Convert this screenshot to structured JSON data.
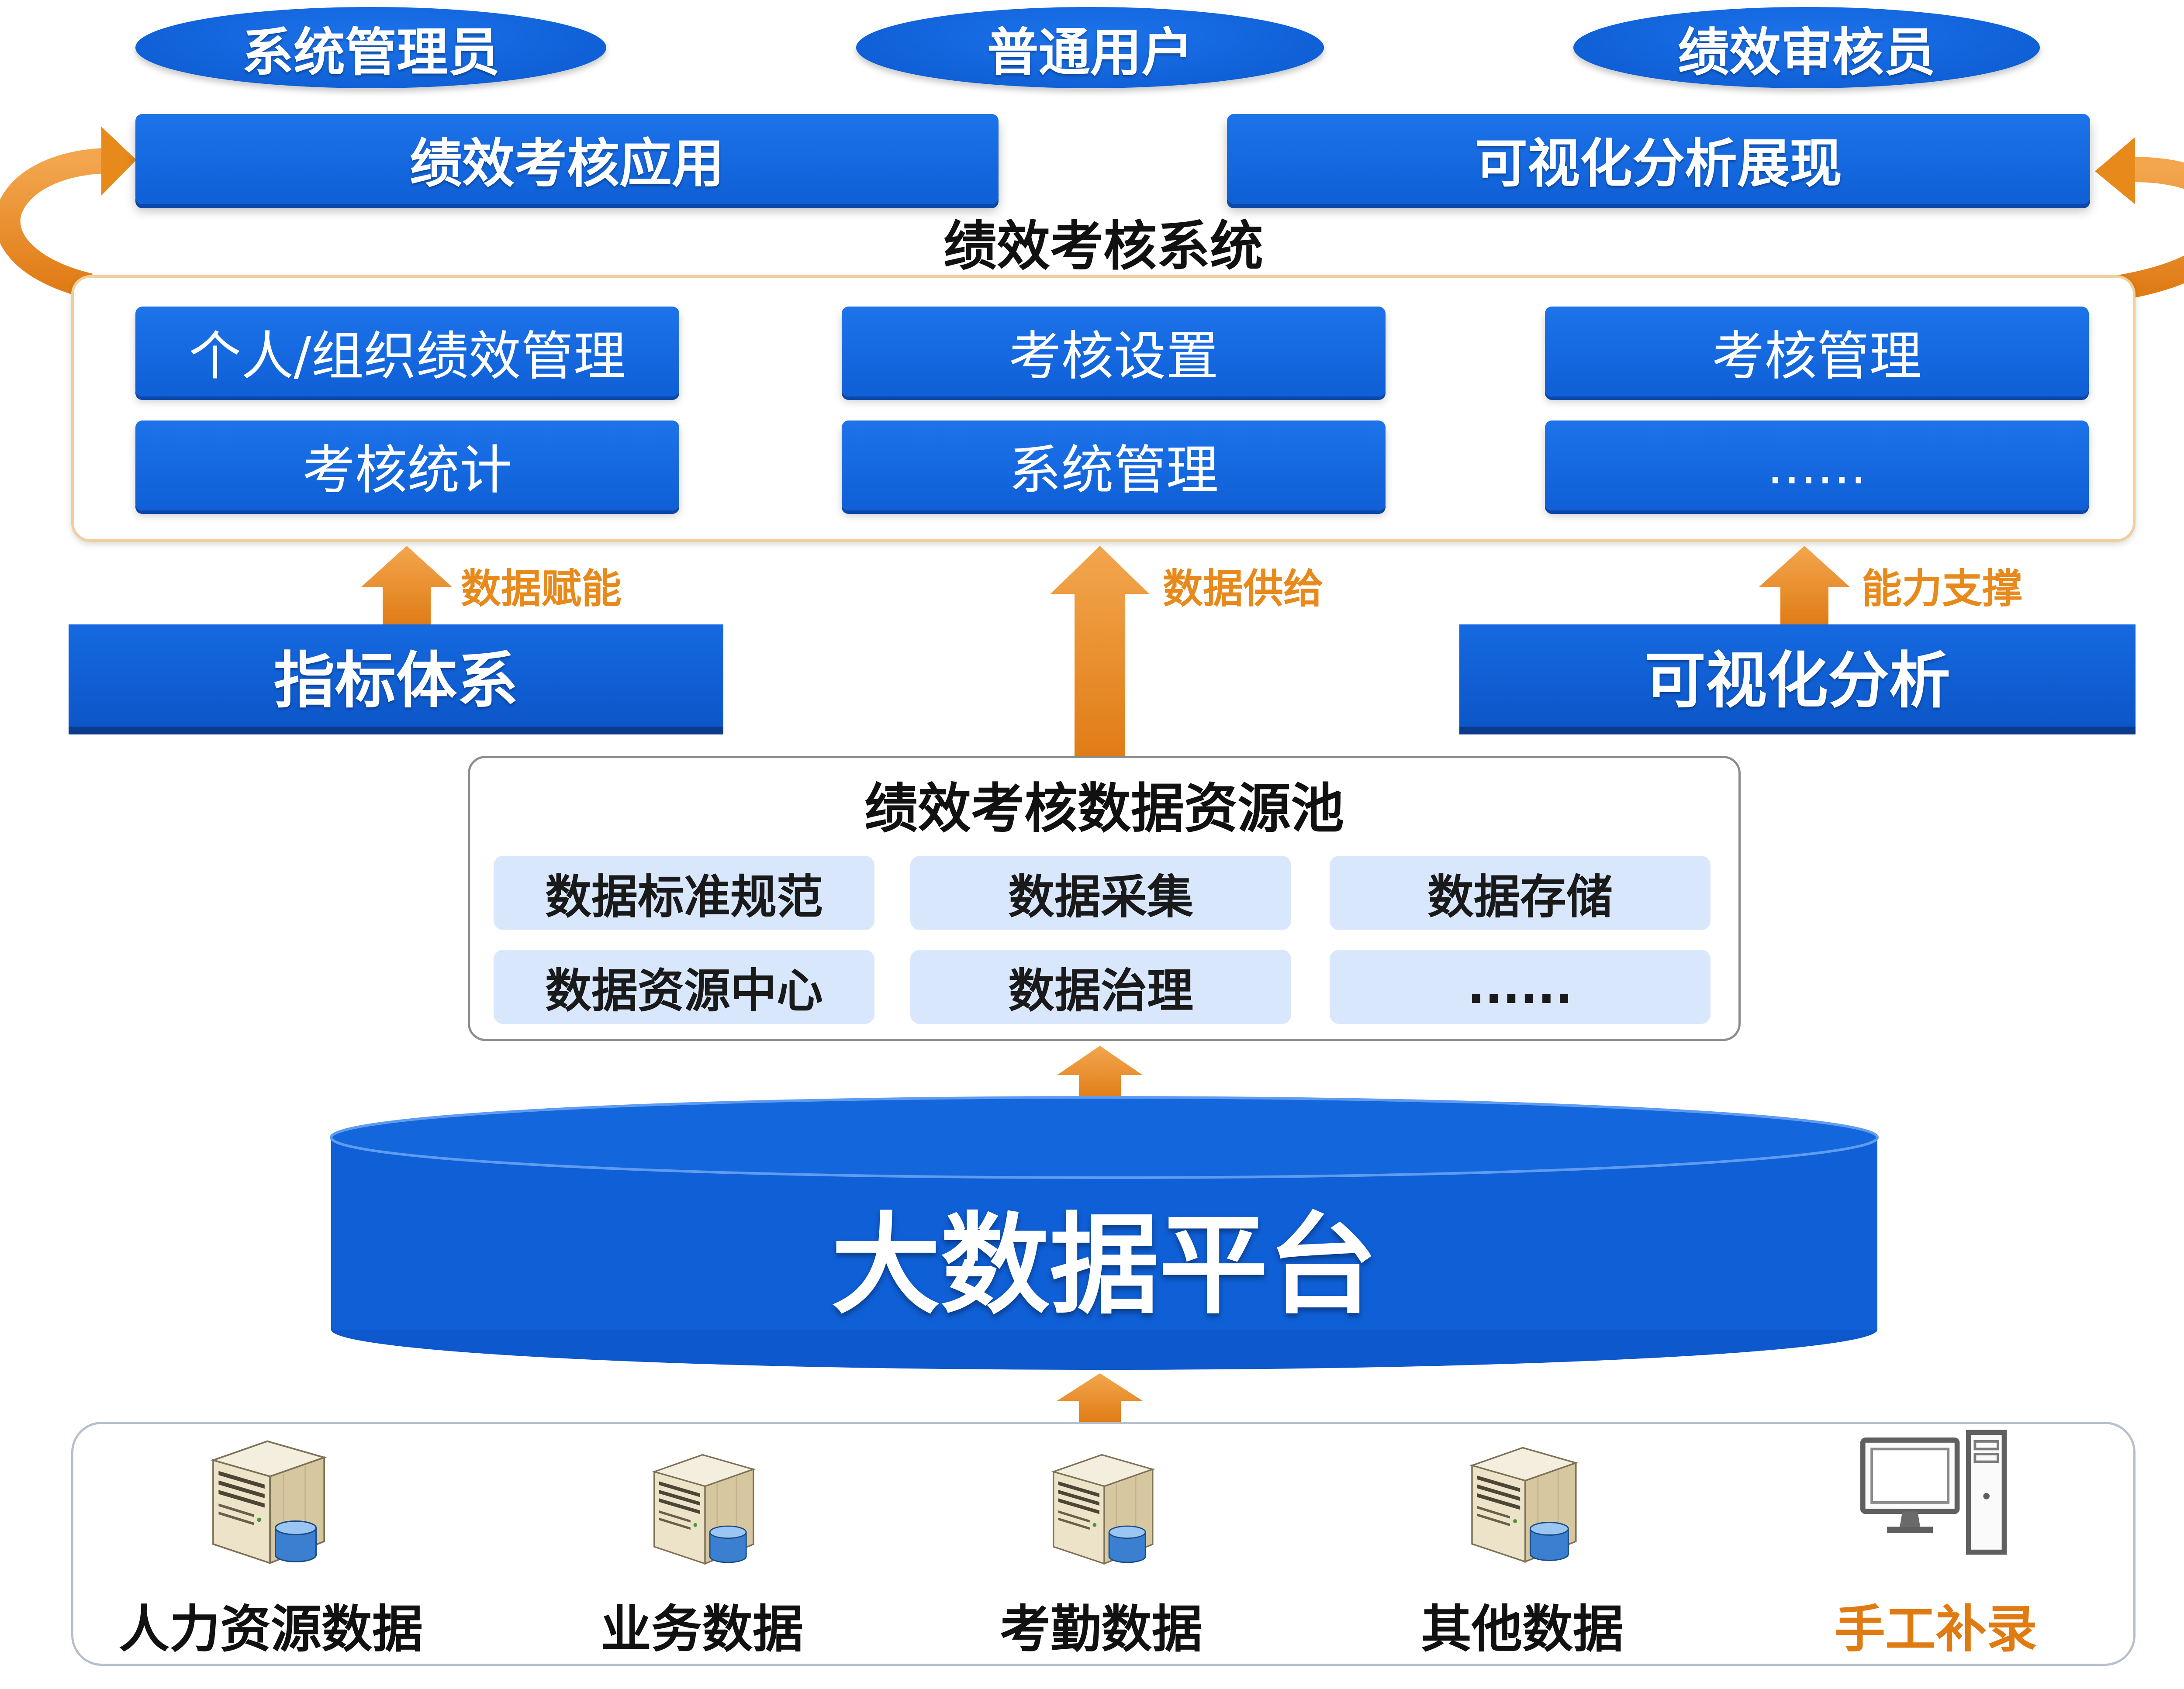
{
  "roles": [
    "系统管理员",
    "普通用户",
    "绩效审核员"
  ],
  "applications": [
    "绩效考核应用",
    "可视化分析展现"
  ],
  "system": {
    "title": "绩效考核系统",
    "modules": [
      "个人/组织绩效管理",
      "考核设置",
      "考核管理",
      "考核统计",
      "系统管理",
      "......"
    ]
  },
  "flows": [
    "数据赋能",
    "数据供给",
    "能力支撑"
  ],
  "pillars": [
    "指标体系",
    "可视化分析"
  ],
  "resource_pool": {
    "title": "绩效考核数据资源池",
    "items": [
      "数据标准规范",
      "数据采集",
      "数据存储",
      "数据资源中心",
      "数据治理",
      "......"
    ]
  },
  "platform": {
    "title": "大数据平台"
  },
  "sources": [
    {
      "label": "人力资源数据",
      "icon": "server-icon"
    },
    {
      "label": "业务数据",
      "icon": "server-icon"
    },
    {
      "label": "考勤数据",
      "icon": "server-icon"
    },
    {
      "label": "其他数据",
      "icon": "server-icon"
    },
    {
      "label": "手工补录",
      "icon": "computer-icon"
    }
  ],
  "colors": {
    "primary_blue": "#0f5fd6",
    "primary_blue_light": "#1d73ea",
    "arrow_orange": "#e8891c",
    "pool_item_fill": "#d8e7fb",
    "manual_entry_text": "#e07b12"
  }
}
